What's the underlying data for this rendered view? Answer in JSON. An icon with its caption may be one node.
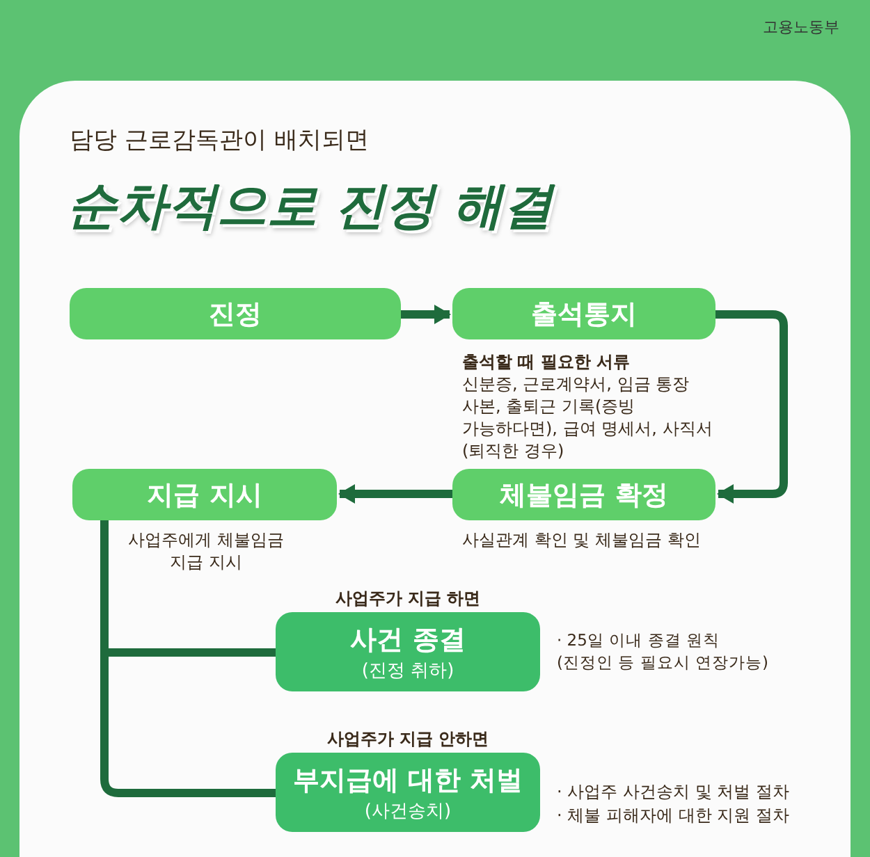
{
  "diagram": {
    "title": "순차적으로 진정 해결",
    "nodes": [
      {
        "text": [
          "진정"
        ]
      },
      {
        "text": [
          "출석통지"
        ],
        "beside": [
          "출석할 때 필요한 서류",
          "신분증, 근로계약서, 임금 통장 사본, 출퇴근 기록(증빙 가능하다면), 급여 명세서, 사직서(퇴직한 경우)"
        ]
      },
      {
        "text": [
          "체불임금 확정"
        ],
        "beside": [
          "사실관계 확인 및 체불임금 확인"
        ]
      },
      {
        "text": [
          "지급 지시"
        ],
        "beside": [
          "사업주에게 체불임금 지급 지시"
        ]
      },
      {
        "text": [
          "사건 종결",
          "(진정 취하)"
        ],
        "beside": [
          "사업주가 지급 하면",
          "· 25일 이내 종결 원칙 (진정인 등 필요시 연장가능)"
        ]
      },
      {
        "text": [
          "부지급에 대한 처벌",
          "(사건송치)"
        ],
        "beside": [
          "사업주가 지급 안하면",
          "· 사업주 사건송치 및 처벌 절차",
          "· 체불 피해자에 대한 지원 절차"
        ]
      }
    ],
    "edges": [
      {
        "from": 0,
        "to": 1,
        "arrow": "to"
      },
      {
        "from": 1,
        "to": 2,
        "arrow": "to"
      },
      {
        "from": 2,
        "to": 3,
        "arrow": "to"
      },
      {
        "from": 3,
        "to": 4,
        "arrow": "none"
      },
      {
        "from": 3,
        "to": 5,
        "arrow": "none"
      }
    ],
    "labels": [
      "고용노동부",
      "담당 근로감독관이 배치되면"
    ]
  }
}
